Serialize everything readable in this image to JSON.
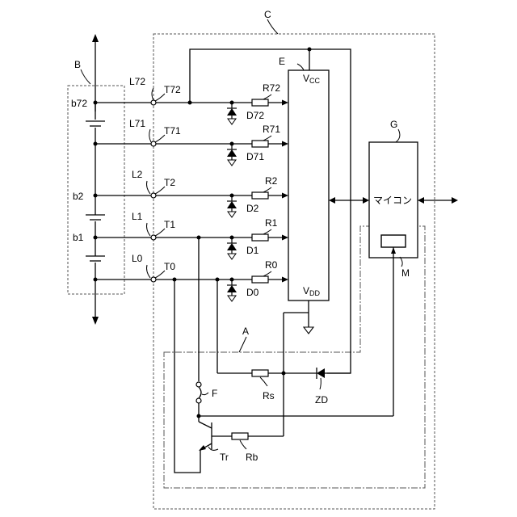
{
  "labels": {
    "B": "B",
    "C": "C",
    "E": "E",
    "G": "G",
    "A": "A",
    "M": "M",
    "b72": "b72",
    "b2": "b2",
    "b1": "b1",
    "L72": "L72",
    "L71": "L71",
    "L2": "L2",
    "L1": "L1",
    "L0": "L0",
    "T72": "T72",
    "T71": "T71",
    "T2": "T2",
    "T1": "T1",
    "T0": "T0",
    "R72": "R72",
    "R71": "R71",
    "R2": "R2",
    "R1": "R1",
    "R0": "R0",
    "D72": "D72",
    "D71": "D71",
    "D2": "D2",
    "D1": "D1",
    "D0": "D0",
    "Rs": "Rs",
    "ZD": "ZD",
    "F": "F",
    "Tr": "Tr",
    "Rb": "Rb",
    "vcc_main": "V",
    "vcc_sub": "CC",
    "vdd_main": "V",
    "vdd_sub": "DD",
    "micom": "マイコン"
  }
}
